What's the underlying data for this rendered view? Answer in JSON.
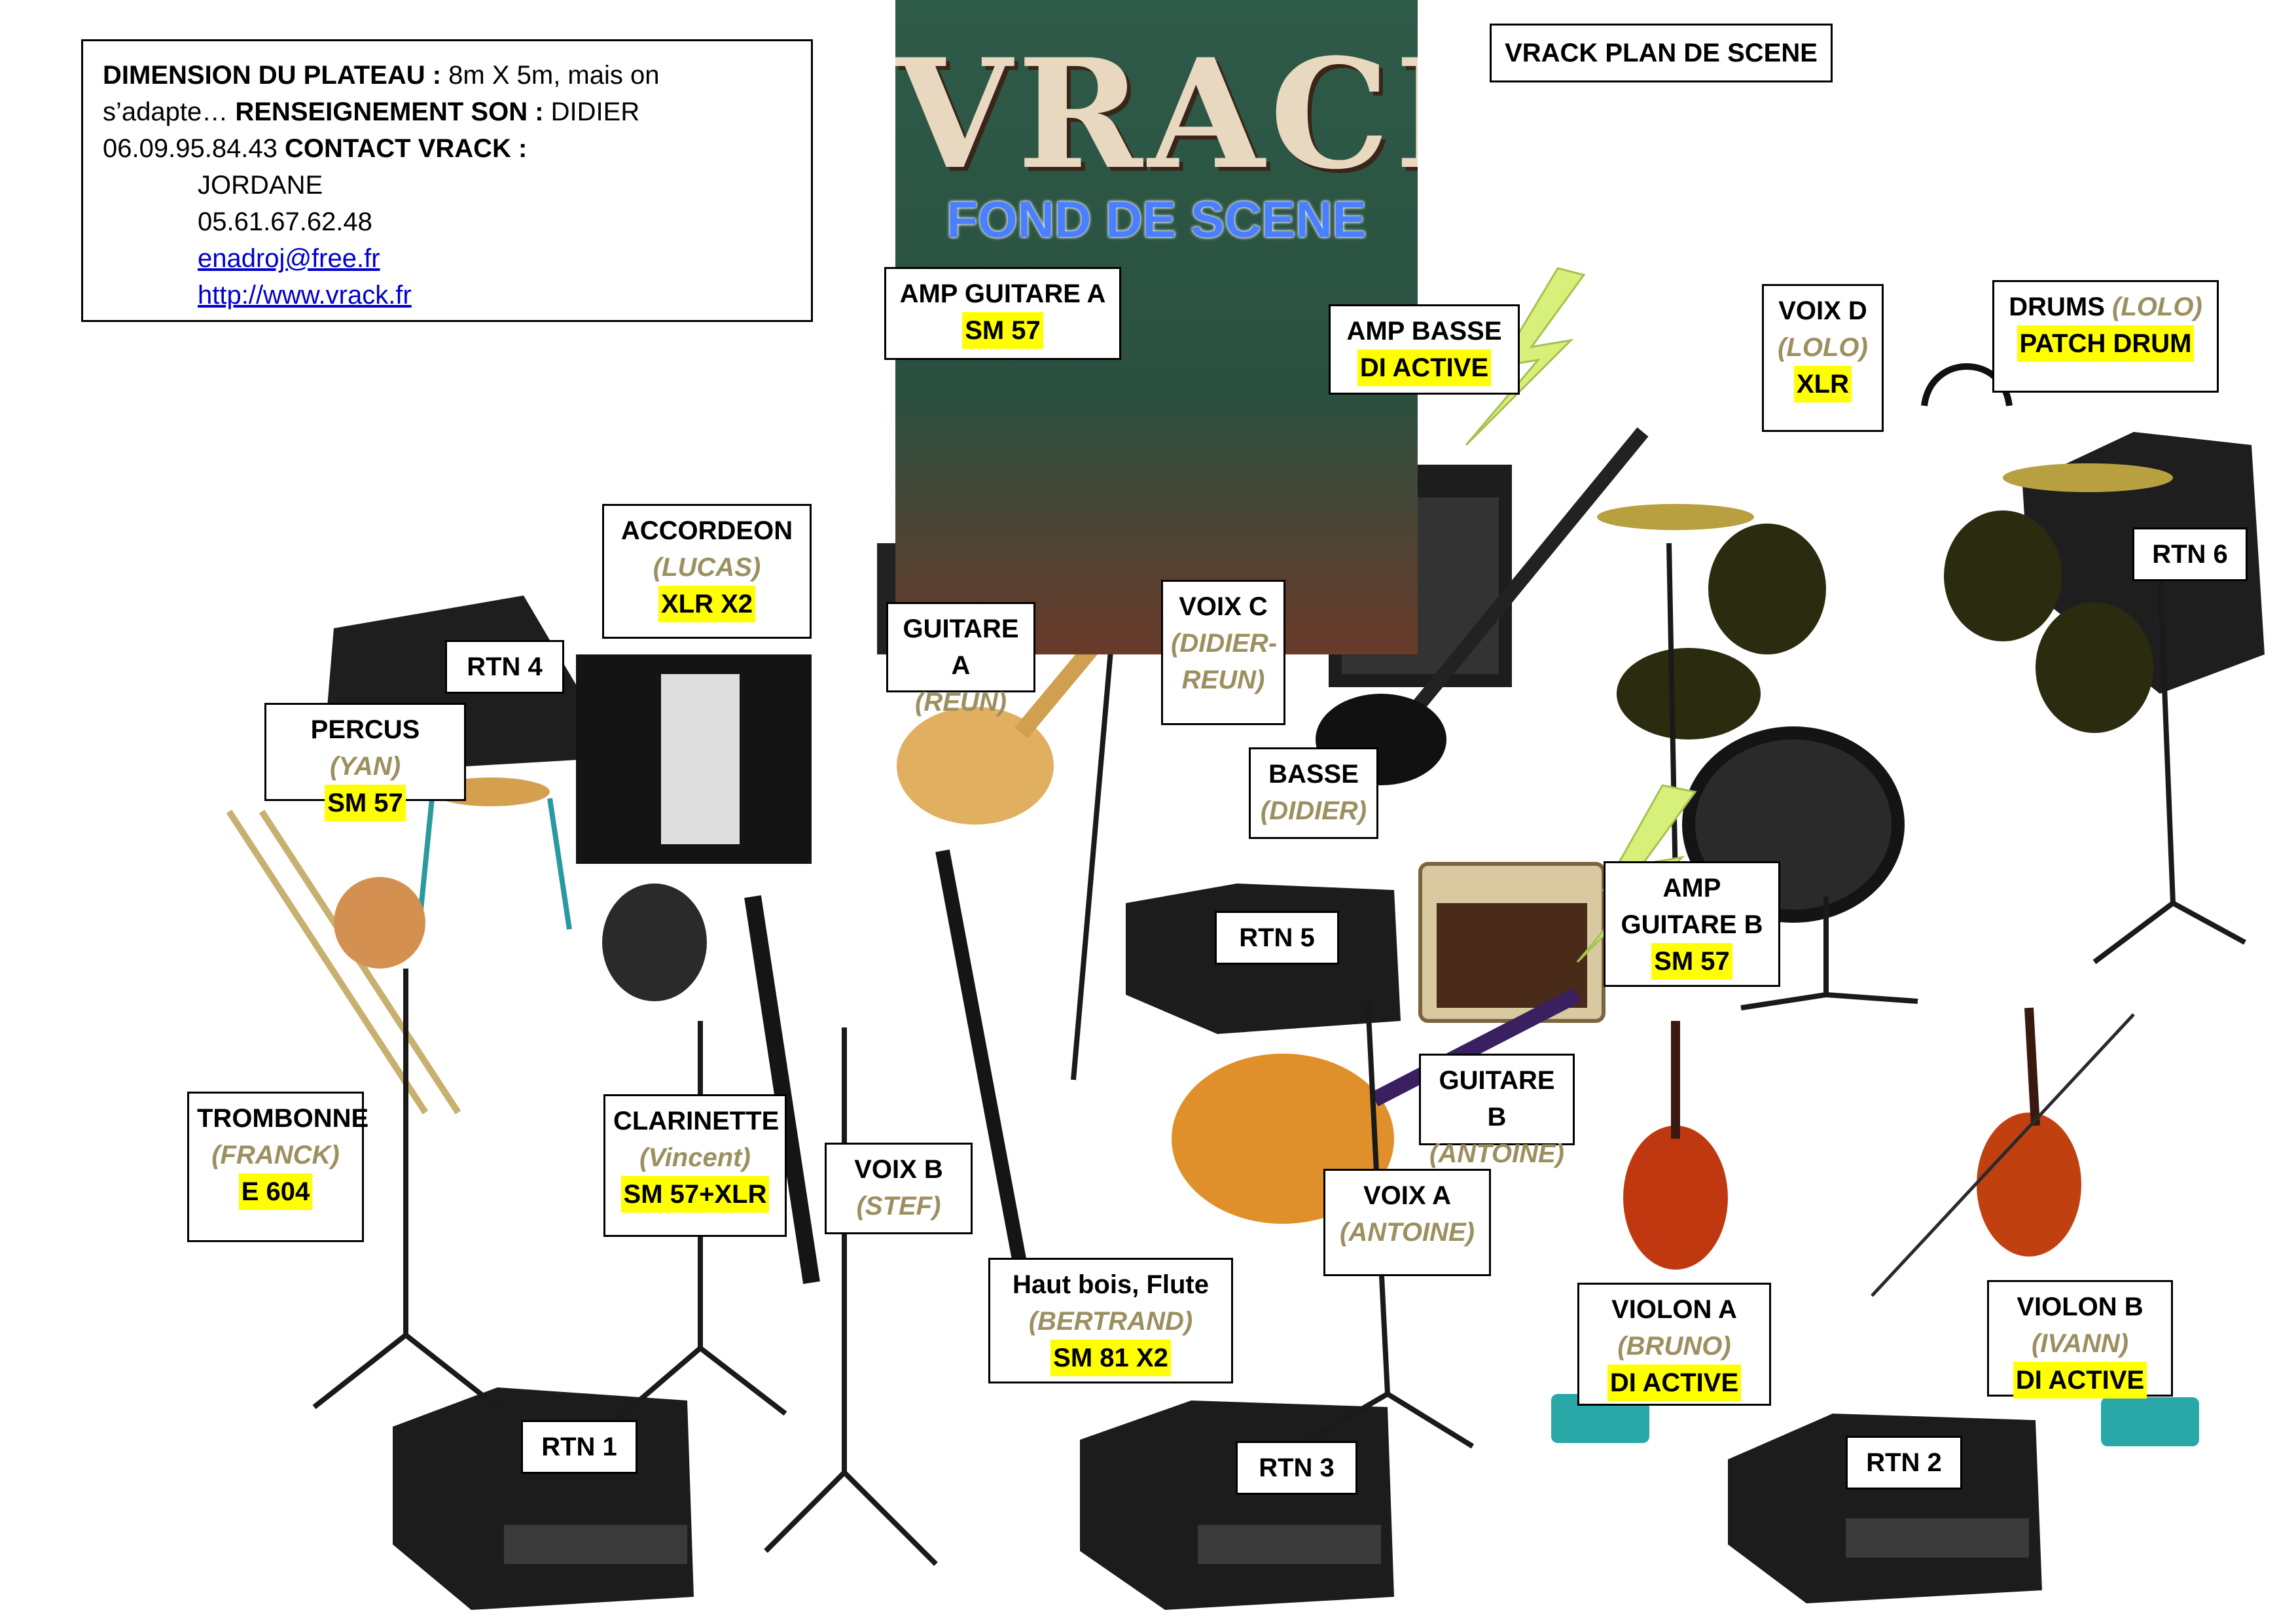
{
  "title": "VRACK PLAN DE SCENE",
  "info": {
    "plateau_label": "DIMENSION DU PLATEAU :",
    "plateau_value": "8m X 5m, mais on s’adapte…",
    "son_label": "RENSEIGNEMENT SON :",
    "son_value": "DIDIER 06.09.95.84.43",
    "contact_label": "CONTACT VRACK :",
    "contact_name": "JORDANE",
    "contact_phone": "05.61.67.62.48",
    "contact_email": "enadroj@free.fr",
    "contact_site": "http://www.vrack.fr"
  },
  "poster": {
    "logo": "VRACK",
    "subtitle": "FOND DE SCENE"
  },
  "labels": {
    "amp_guitare_a": {
      "name": "AMP  GUITARE A",
      "tag": "SM 57"
    },
    "amp_basse": {
      "name": "AMP  BASSE",
      "tag": "DI ACTIVE"
    },
    "voix_d": {
      "name": "VOIX D",
      "who": "(LOLO)",
      "tag": "XLR"
    },
    "drums": {
      "name": "DRUMS",
      "who": "(LOLO)",
      "tag": "PATCH DRUM"
    },
    "rtn6": {
      "name": "RTN 6"
    },
    "accordeon": {
      "name": "ACCORDEON",
      "who": "(LUCAS)",
      "tag": "XLR X2"
    },
    "rtn4": {
      "name": "RTN 4"
    },
    "guitare_a": {
      "name": "GUITARE A",
      "who": "(REUN)"
    },
    "voix_c": {
      "name": "VOIX C",
      "who1": "(DIDIER-",
      "who2": "REUN)"
    },
    "percus": {
      "name": "PERCUS",
      "who": "(YAN)",
      "tag": "SM 57"
    },
    "basse": {
      "name": "BASSE",
      "who": "(DIDIER)"
    },
    "amp_guitare_b": {
      "name1": "AMP",
      "name2": "GUITARE B",
      "tag": "SM 57"
    },
    "rtn5": {
      "name": "RTN 5"
    },
    "guitare_b": {
      "name": "GUITARE B",
      "who": "(ANTOINE)"
    },
    "trombonne": {
      "name": "TROMBONNE",
      "who": "(FRANCK)",
      "tag": "E 604"
    },
    "clarinette": {
      "name": "CLARINETTE",
      "who": "(Vincent)",
      "tag": "SM 57+XLR"
    },
    "voix_b": {
      "name": "VOIX B",
      "who": "(STEF)"
    },
    "voix_a": {
      "name": "VOIX A",
      "who": "(ANTOINE)"
    },
    "hautbois": {
      "name": "Haut bois, Flute",
      "who": "(BERTRAND)",
      "tag": "SM 81 X2"
    },
    "violon_a": {
      "name": "VIOLON A",
      "who": "(BRUNO)",
      "tag": "DI ACTIVE"
    },
    "violon_b": {
      "name": "VIOLON B",
      "who": "(IVANN)",
      "tag": "DI ACTIVE"
    },
    "rtn1": {
      "name": "RTN 1"
    },
    "rtn3": {
      "name": "RTN 3"
    },
    "rtn2": {
      "name": "RTN 2"
    }
  },
  "colors": {
    "tag_highlight": "#ffff00",
    "musician_name": "#9c9060",
    "link": "#0000cc",
    "lightning": "#d6f07a"
  }
}
